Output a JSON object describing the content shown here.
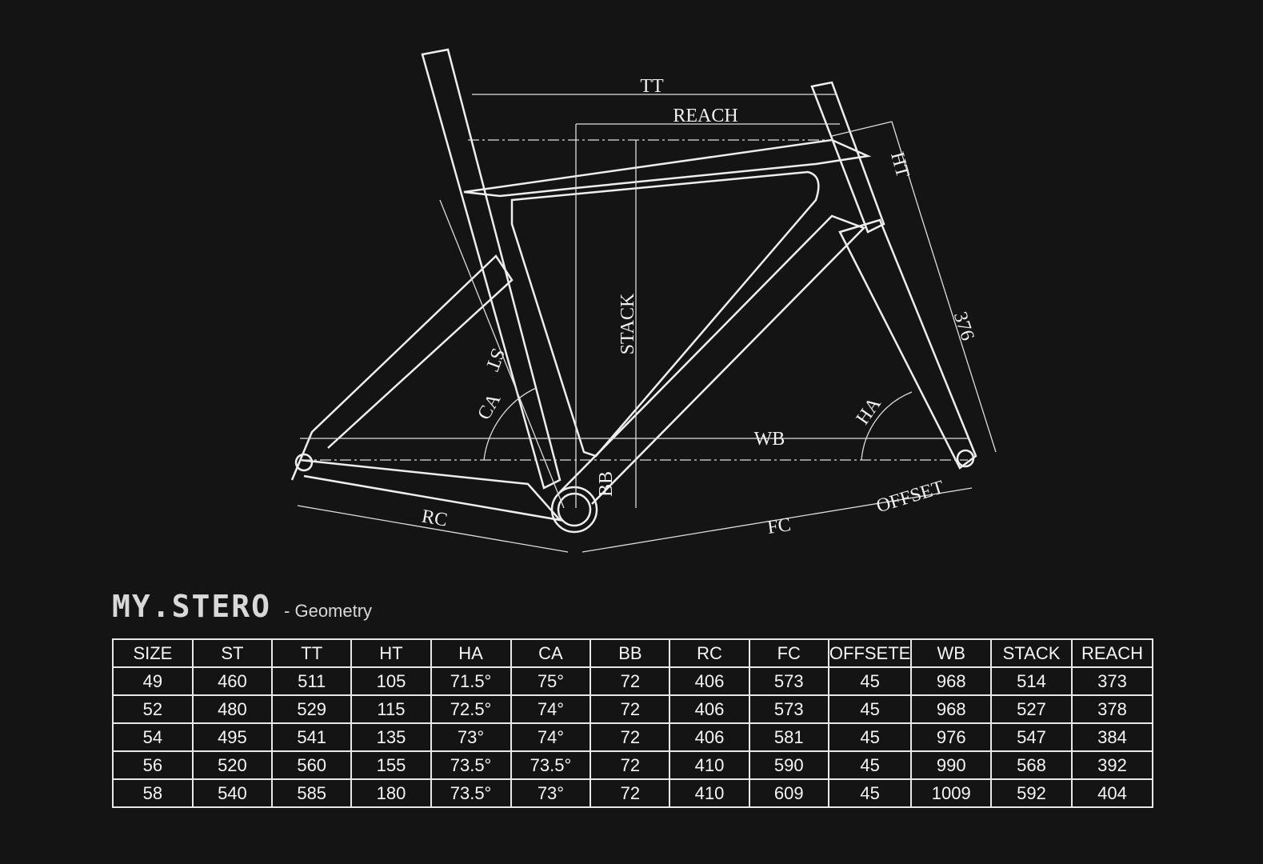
{
  "diagram": {
    "labels": {
      "tt": "TT",
      "reach": "REACH",
      "ht": "HT",
      "fork_length": "376",
      "stack": "STACK",
      "st": "ST",
      "ca": "CA",
      "ha": "HA",
      "wb": "WB",
      "bb": "BB",
      "offset": "OFFSET",
      "rc": "RC",
      "fc": "FC"
    }
  },
  "brand": {
    "logo": "MY.STERO",
    "subtitle": "- Geometry"
  },
  "table": {
    "headers": [
      "SIZE",
      "ST",
      "TT",
      "HT",
      "HA",
      "CA",
      "BB",
      "RC",
      "FC",
      "OFFSETE",
      "WB",
      "STACK",
      "REACH"
    ],
    "rows": [
      [
        "49",
        "460",
        "511",
        "105",
        "71.5°",
        "75°",
        "72",
        "406",
        "573",
        "45",
        "968",
        "514",
        "373"
      ],
      [
        "52",
        "480",
        "529",
        "115",
        "72.5°",
        "74°",
        "72",
        "406",
        "573",
        "45",
        "968",
        "527",
        "378"
      ],
      [
        "54",
        "495",
        "541",
        "135",
        "73°",
        "74°",
        "72",
        "406",
        "581",
        "45",
        "976",
        "547",
        "384"
      ],
      [
        "56",
        "520",
        "560",
        "155",
        "73.5°",
        "73.5°",
        "72",
        "410",
        "590",
        "45",
        "990",
        "568",
        "392"
      ],
      [
        "58",
        "540",
        "585",
        "180",
        "73.5°",
        "73°",
        "72",
        "410",
        "609",
        "45",
        "1009",
        "592",
        "404"
      ]
    ]
  },
  "colors": {
    "background": "#141414",
    "lines": "#f0f0f0"
  }
}
